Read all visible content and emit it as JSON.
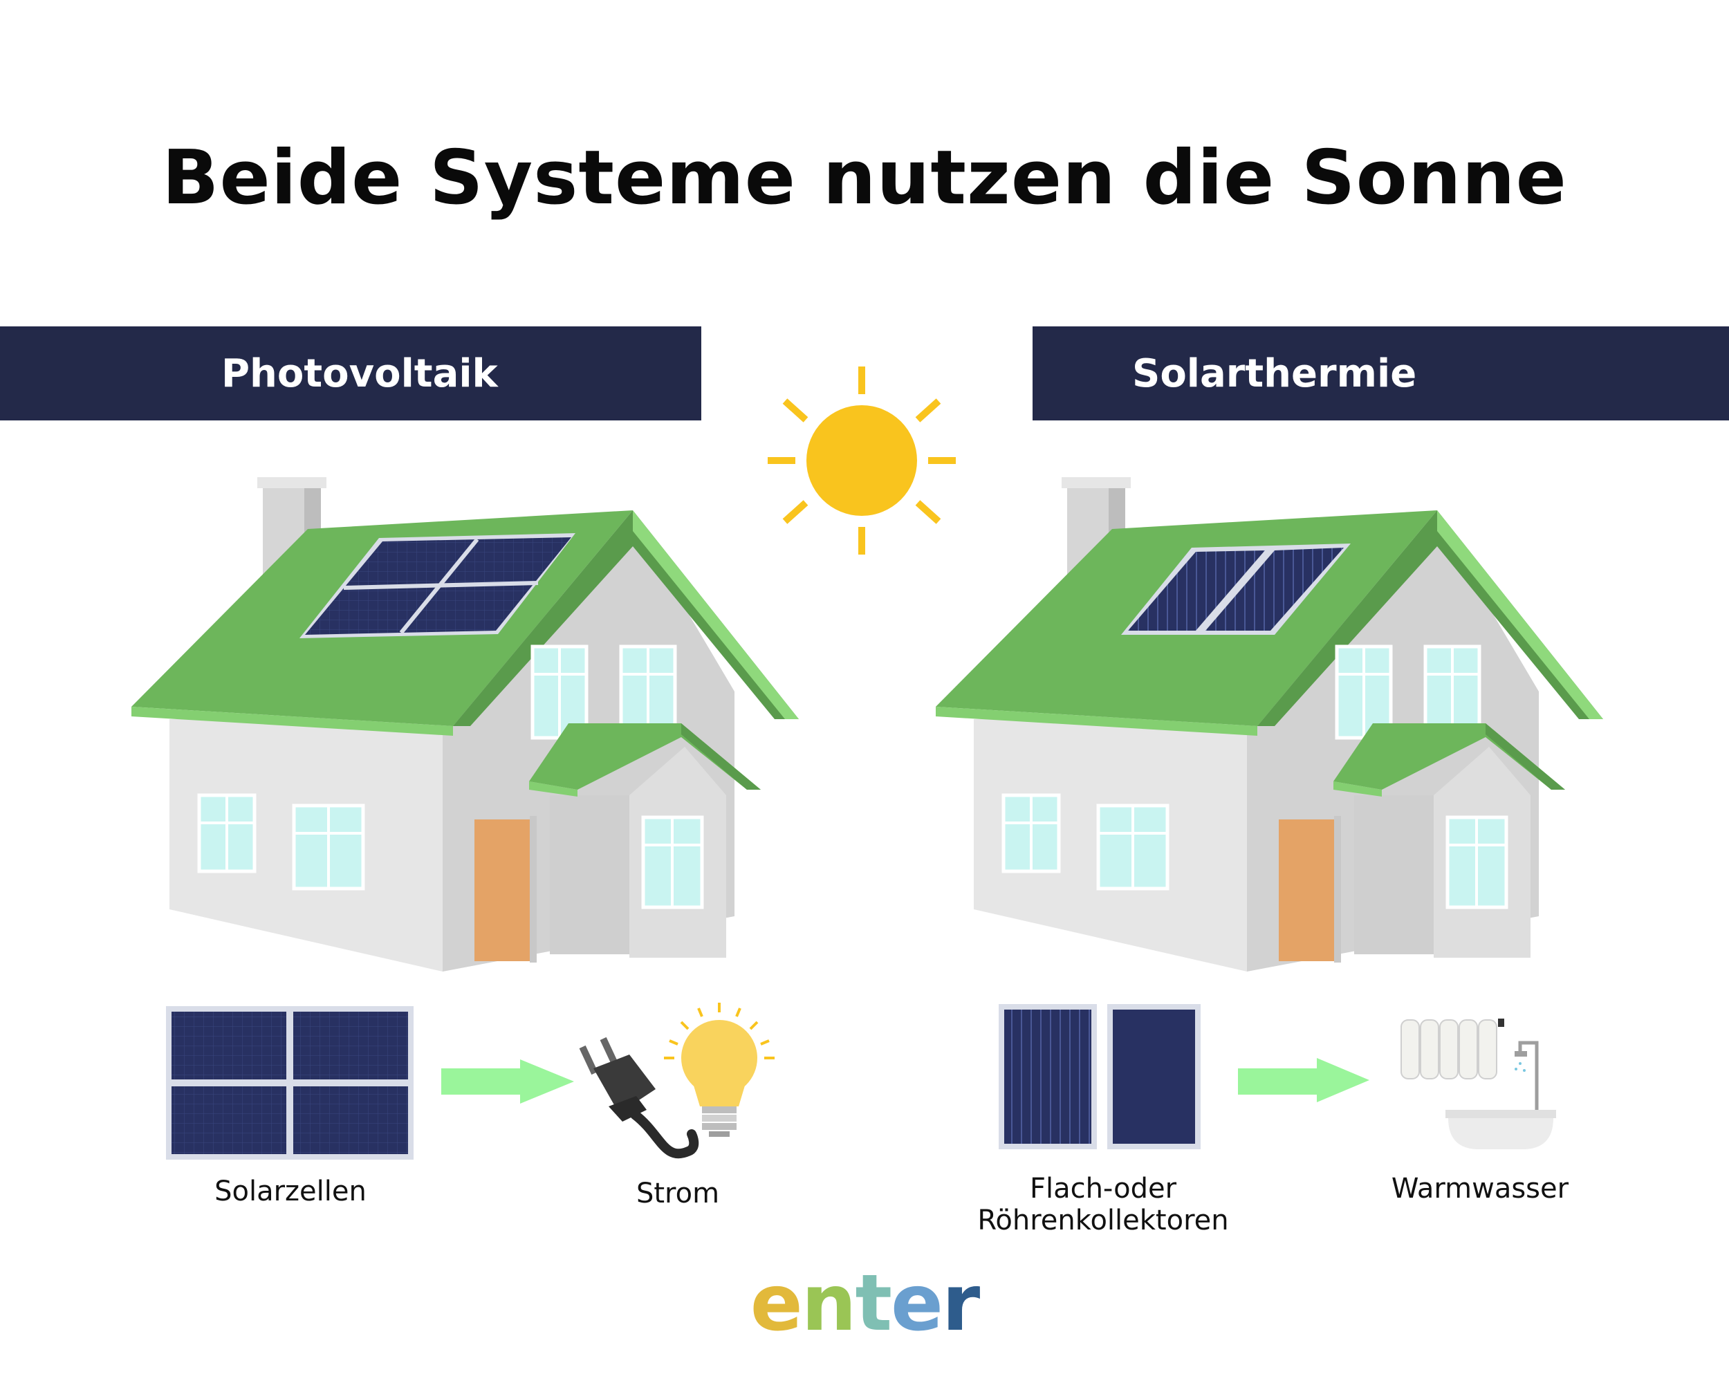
{
  "title": "Beide Systeme nutzen die Sonne",
  "left": {
    "banner": "Photovoltaik",
    "source_label": "Solarzellen",
    "output_label": "Strom"
  },
  "right": {
    "banner": "Solarthermie",
    "source_label_line1": "Flach-oder",
    "source_label_line2": "Röhrenkollektoren",
    "output_label": "Warmwasser"
  },
  "logo": {
    "letters": [
      "e",
      "n",
      "t",
      "e",
      "r"
    ],
    "colors": [
      "#e2b93b",
      "#9ac555",
      "#7fbfb3",
      "#6a9fcf",
      "#2e5c8c"
    ]
  },
  "colors": {
    "banner": "#232949",
    "roof": "#6db65b",
    "roof_dark": "#55934a",
    "roof_light": "#8fd97c",
    "wall": "#e5e5e5",
    "wall_dark": "#cbcbcb",
    "window": "#c9f4f1",
    "door": "#e4a366",
    "panel": "#283162",
    "sun": "#f9c41e",
    "arrow": "#9af59b"
  },
  "icons": {
    "sun": "sun-icon",
    "plug": "plug-icon",
    "bulb": "lightbulb-icon",
    "radiator": "radiator-icon",
    "bathtub": "bathtub-icon",
    "shower": "shower-icon"
  }
}
